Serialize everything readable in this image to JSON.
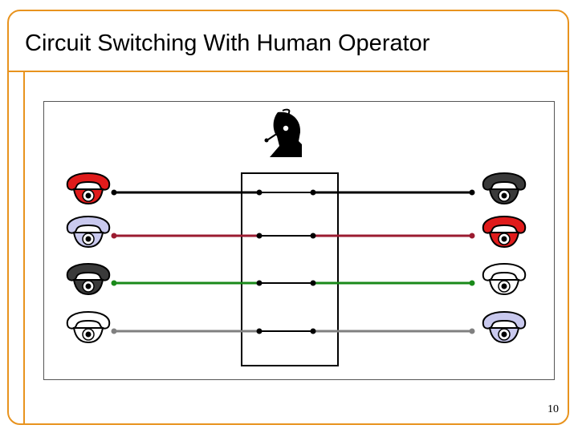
{
  "slide": {
    "title": "Circuit Switching With Human Operator",
    "page_number": "10"
  },
  "colors": {
    "frame": "#e8931e",
    "phone_red": "#e01b1b",
    "phone_dark": "#3a3a3a",
    "phone_light": "#c9c9ee",
    "line_black": "#000000",
    "line_red": "#9b1b30",
    "line_green": "#1a8a1a",
    "line_gray": "#808080"
  },
  "diagram": {
    "operator_icon": "operator-headset-icon",
    "lines": [
      {
        "color": "#000000",
        "left_phone": "red",
        "right_phone": "dark"
      },
      {
        "color": "#9b1b30",
        "left_phone": "light",
        "right_phone": "red"
      },
      {
        "color": "#1a8a1a",
        "left_phone": "dark",
        "right_phone": "white"
      },
      {
        "color": "#808080",
        "left_phone": "white",
        "right_phone": "light"
      }
    ]
  }
}
